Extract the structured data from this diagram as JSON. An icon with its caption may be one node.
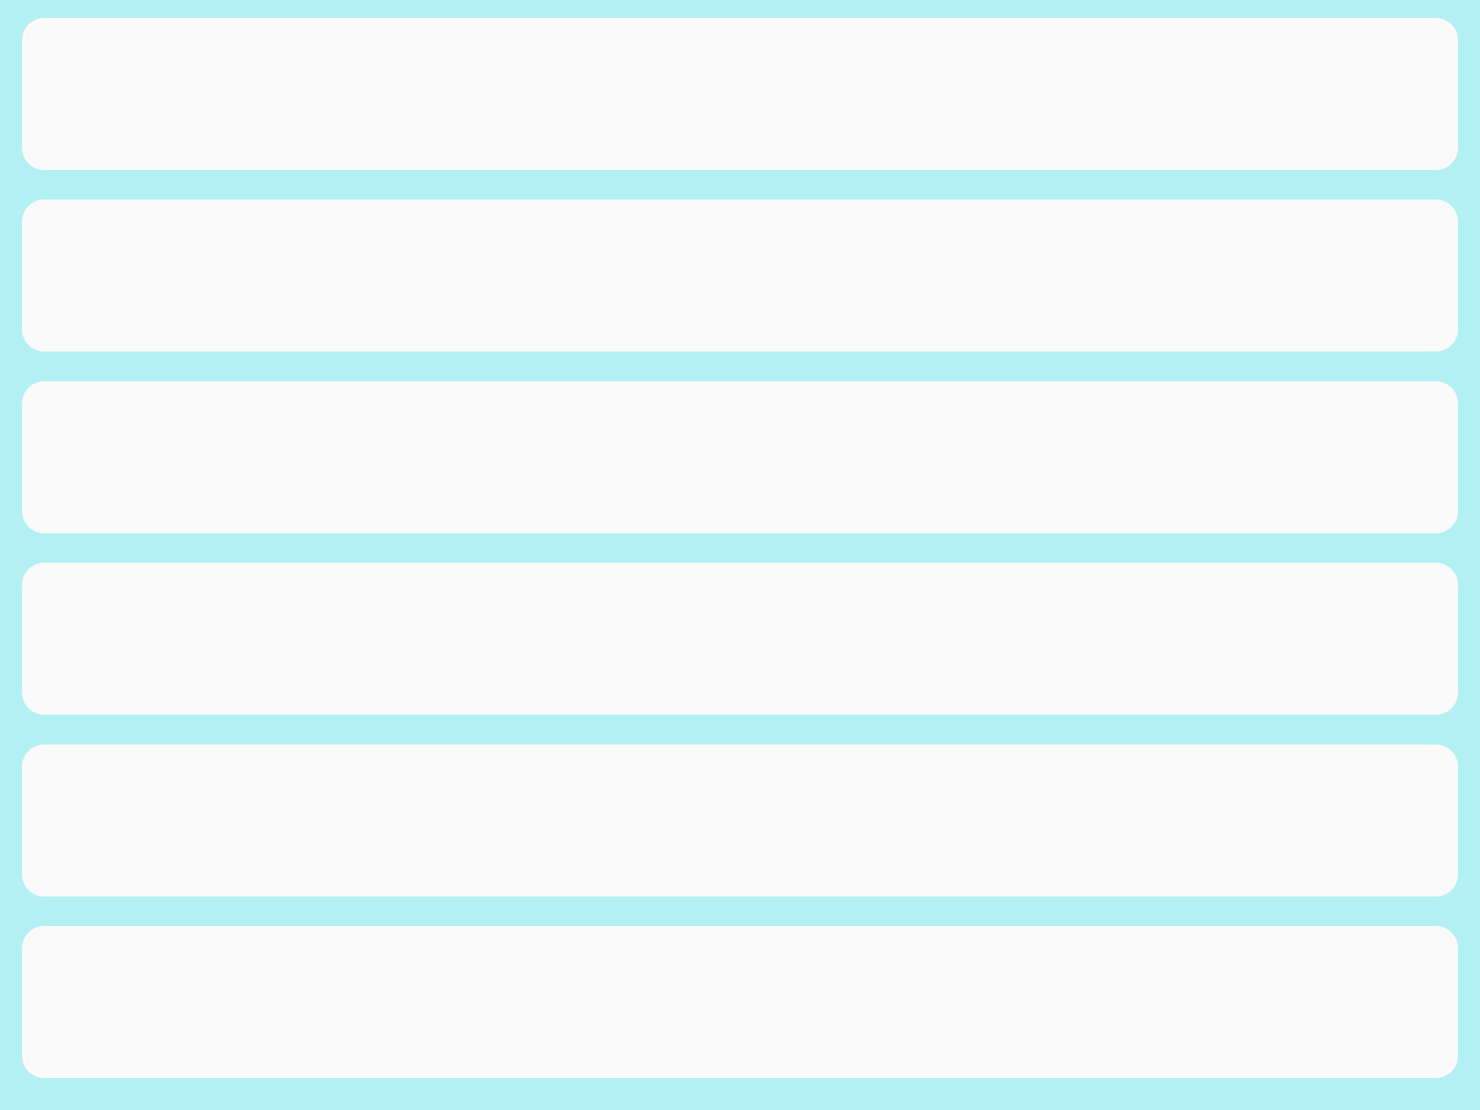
{
  "diagram": {
    "nodes": [
      {
        "text": [],
        "shape": "bar"
      },
      {
        "text": [],
        "shape": "bar"
      },
      {
        "text": [],
        "shape": "bar"
      },
      {
        "text": [],
        "shape": "bar"
      },
      {
        "text": [],
        "shape": "bar"
      },
      {
        "text": [],
        "shape": "bar"
      }
    ]
  }
}
